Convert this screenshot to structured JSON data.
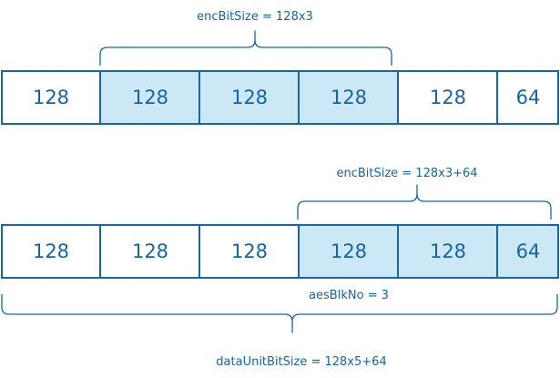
{
  "colors": {
    "stroke": "#1766a8",
    "highlight": "#cce8f7",
    "background": "#ffffff",
    "text": "#1565a6"
  },
  "rows": [
    {
      "cells": [
        {
          "label": "128",
          "highlighted": false
        },
        {
          "label": "128",
          "highlighted": true
        },
        {
          "label": "128",
          "highlighted": true
        },
        {
          "label": "128",
          "highlighted": true
        },
        {
          "label": "128",
          "highlighted": false
        },
        {
          "label": "64",
          "highlighted": false
        }
      ]
    },
    {
      "cells": [
        {
          "label": "128",
          "highlighted": false
        },
        {
          "label": "128",
          "highlighted": false
        },
        {
          "label": "128",
          "highlighted": false
        },
        {
          "label": "128",
          "highlighted": true
        },
        {
          "label": "128",
          "highlighted": true
        },
        {
          "label": "64",
          "highlighted": true
        }
      ]
    }
  ],
  "annotations": {
    "top_enc": "encBitSize = 128x3",
    "bottom_enc": "encBitSize = 128x3+64",
    "aes_blk": "aesBlkNo = 3",
    "data_unit": "dataUnitBitSize = 128x5+64"
  }
}
